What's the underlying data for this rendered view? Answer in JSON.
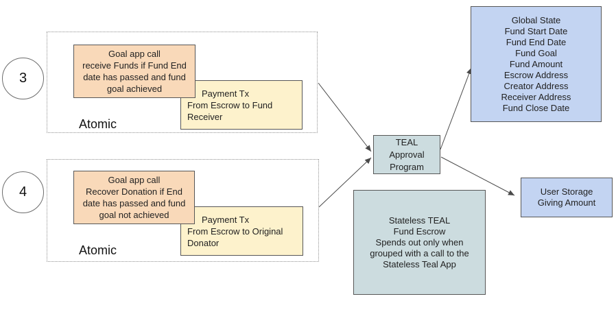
{
  "colors": {
    "app_call_fill": "#f9d9b9",
    "payment_fill": "#fdf2cc",
    "state_fill": "#c3d4f2",
    "teal_fill": "#ccdcdf",
    "border": "#565656",
    "arrow": "#4a4a4a",
    "dotted_border": "#8f8f8f"
  },
  "groups": [
    {
      "badge": "3",
      "label": "Atomic",
      "app_call": [
        "Goal app call",
        "receive Funds if Fund End",
        "date has passed and fund",
        "goal achieved"
      ],
      "payment": [
        "Payment Tx",
        "From Escrow to Fund",
        "Receiver"
      ]
    },
    {
      "badge": "4",
      "label": "Atomic",
      "app_call": [
        "Goal app call",
        "Recover Donation if End",
        "date has passed and fund",
        "goal not achieved"
      ],
      "payment": [
        "Payment Tx",
        "From Escrow to Original",
        "Donator"
      ]
    }
  ],
  "teal_program": [
    "TEAL",
    "Approval",
    "Program"
  ],
  "global_state": [
    "Global State",
    "Fund Start Date",
    "Fund End Date",
    "Fund Goal",
    "Fund Amount",
    "Escrow Address",
    "Creator Address",
    "Receiver Address",
    "Fund Close Date"
  ],
  "user_storage": [
    "User Storage",
    "Giving Amount"
  ],
  "escrow": [
    "Stateless TEAL",
    "Fund Escrow",
    "Spends out only when",
    "grouped with a call to the",
    "Stateless Teal App"
  ]
}
